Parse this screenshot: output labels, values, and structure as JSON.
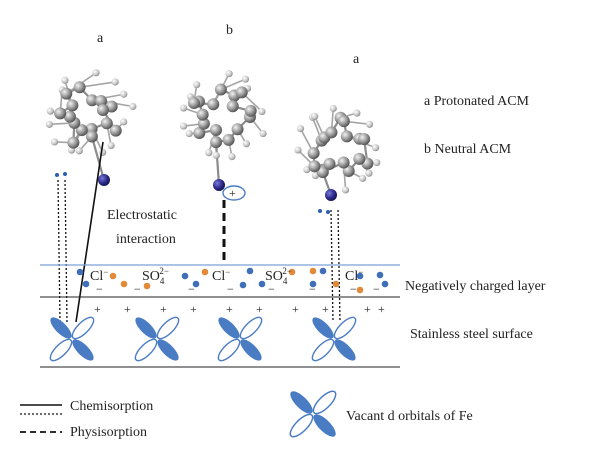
{
  "molecules": {
    "left_label": "a",
    "center_label": "b",
    "right_label": "a",
    "charge_symbol": "+"
  },
  "legend_top": {
    "protonated": "a Protonated ACM",
    "neutral": "b Neutral ACM"
  },
  "annotations": {
    "electrostatic_line1": "Electrostatic",
    "electrostatic_line2": "interaction",
    "negative_layer": "Negatively charged layer",
    "surface": "Stainless steel surface"
  },
  "ions": {
    "chloride": "Cl",
    "chloride_sup": "−",
    "sulfate_base": "SO",
    "sulfate_sub": "4",
    "sulfate_sup": "2−",
    "minus": "−",
    "plus": "+"
  },
  "legend_bottom": {
    "chemisorption": "Chemisorption",
    "physisorption": "Physisorption",
    "orbitals": "Vacant d orbitals of Fe"
  },
  "colors": {
    "atom_gray": "#8a8a8a",
    "nitrogen": "#2b2a8a",
    "orbital_blue": "#4a7cc4",
    "chloride_ion": "#3f6fb8",
    "sulfate_ion": "#e08a3a",
    "layer_line": "#7aa0d8"
  }
}
